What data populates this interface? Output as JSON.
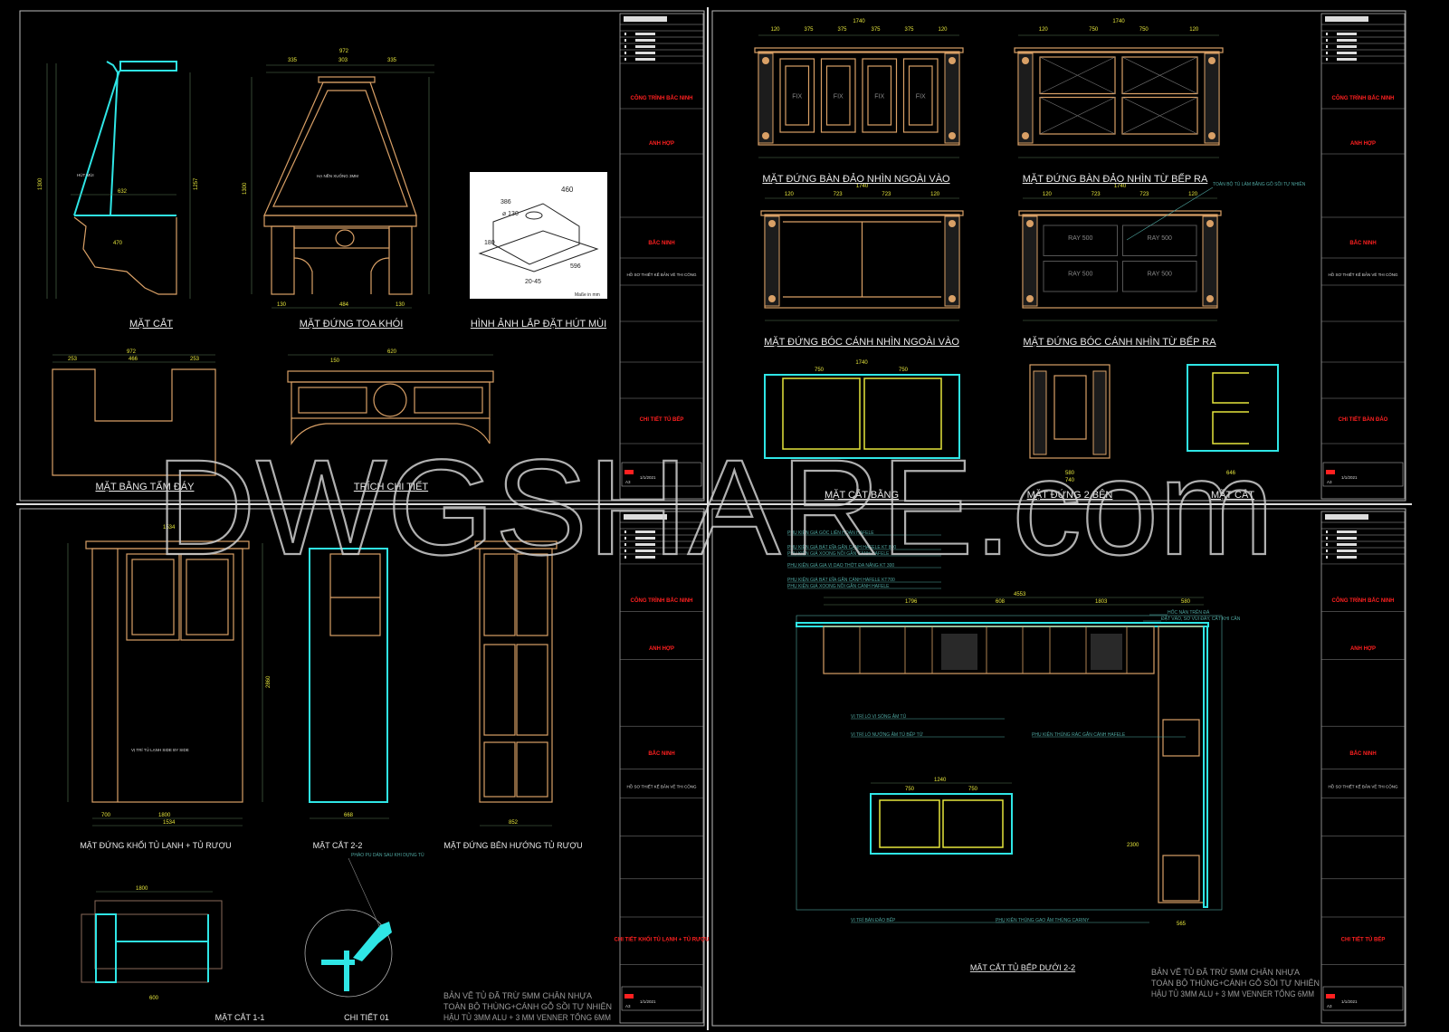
{
  "watermark": "DWGSHARE.com",
  "title_block": {
    "project_red": "CÔNG TRÌNH BẮC NINH",
    "owner_red": "ANH HỢP",
    "location_red": "BẮC NINH",
    "design_line": "HỒ SƠ THIẾT KẾ BẢN VẼ THI CÔNG",
    "date": "1/1/2021",
    "paper": "A3"
  },
  "sheets": [
    {
      "sheet_title": "CHI TIẾT TỦ BẾP",
      "views": {
        "section": "MẶT CẮT",
        "hood_front": "MẶT ĐỨNG TOA KHÓI",
        "install_image": "HÌNH ẢNH LẮP ĐẶT HÚT MÙI",
        "bottom_plan": "MẶT BẰNG TẤM ĐÁY",
        "detail_extract": "TRÍCH CHI TIẾT"
      },
      "hood_notes": {
        "vent": "HÚT MÙI",
        "inner": "HẠ NỀN XUỐNG 3MM",
        "unit": "Maße in mm"
      },
      "hood_dims": [
        "972",
        "335",
        "303",
        "335",
        "1300",
        "130",
        "484",
        "130"
      ],
      "section_dims": [
        "632",
        "470",
        "1300",
        "1257"
      ],
      "install_dims": [
        "460",
        "386",
        "⌀ 130",
        "180",
        "596",
        "20-45"
      ],
      "plan_dims": [
        "972",
        "253",
        "466",
        "253"
      ],
      "detail_dims": [
        "620",
        "150"
      ]
    },
    {
      "sheet_title": "CHI TIẾT BÀN ĐẢO",
      "views": {
        "island_out": "MẶT ĐỨNG BÀN ĐẢO NHÌN NGOÀI VÀO",
        "island_in": "MẶT ĐỨNG BÀN ĐẢO NHÌN TỪ BẾP RA",
        "strip_out": "MẶT ĐỨNG BÓC CÁNH NHÌN NGOÀI VÀO",
        "strip_in": "MẶT ĐỨNG BÓC CÁNH NHÌN TỪ BẾP RA",
        "plan_cut": "MẶT CẮT BẰNG",
        "side": "MẶT ĐỨNG 2 BÊN",
        "cut": "MẶT CẮT"
      },
      "material_note": "TOÀN BỘ TỦ LÀM BẰNG GỖ SỒI TỰ NHIÊN",
      "fix_label": "FIX",
      "drawer_label": "RAY 500",
      "dims_out": [
        "1740",
        "120",
        "375",
        "375",
        "375",
        "375",
        "120"
      ],
      "dims_in": [
        "1740",
        "120",
        "750",
        "750",
        "120"
      ],
      "dims_strip": [
        "1740",
        "120",
        "723",
        "723",
        "120"
      ],
      "dims_plan": [
        "1740",
        "750",
        "750"
      ],
      "dims_side": [
        "740",
        "580"
      ],
      "dims_cut": [
        "646"
      ]
    },
    {
      "sheet_title": "CHI TIẾT KHỐI TỦ LẠNH + TỦ RƯỢU",
      "views": {
        "elevation": "MẶT ĐỨNG KHỐI TỦ LẠNH + TỦ RƯỢU",
        "cut22": "MẶT CẮT 2-2",
        "side": "MẶT ĐỨNG BÊN HƯỚNG TỦ RƯỢU",
        "cut11": "MẶT CẮT 1-1",
        "detail01": "CHI TIẾT 01"
      },
      "fridge_note": "VỊ TRÍ TỦ LẠNH SIDE BY SIDE",
      "molding_note": "PHÀO PU DÁN SAU KHI DỰNG TỦ",
      "dims": [
        "1534",
        "700",
        "1800",
        "2860",
        "668",
        "852",
        "600"
      ],
      "notes": [
        "BẢN VẼ TỦ ĐÃ TRỪ 5MM CHÂN NHỰA",
        "TOÀN BỘ THÙNG+CÁNH GỖ SỒI TỰ NHIÊN",
        "HẬU TỦ 3MM ALU + 3 MM VENNER TỔNG 6MM"
      ]
    },
    {
      "sheet_title": "CHI TIẾT TỦ BẾP",
      "views": {
        "cut22": "MẶT CẮT TỦ BẾP DƯỚI 2-2"
      },
      "callouts": [
        "PHỤ KIỆN GIÁ GÓC LIÊN HOÀN HAFELE",
        "PHỤ KIỆN GIÁ BÁT ĐĨA GẮN CÁNH HAFELE KT 800",
        "PHỤ KIỆN GIÁ XOONG NỒI GẮN CÁNH HAFELE",
        "PHỤ KIỆN GIÁ GIA VỊ DAO THỚT ĐA NĂNG KT 300",
        "PHỤ KIỆN GIÁ BÁT ĐĨA GẮN CÁNH HAFELE KT700",
        "PHỤ KIỆN GIÁ XOONG NỒI GẮN CÁNH HAFELE",
        "VỊ TRÍ LÒ VI SÓNG ÂM TỦ",
        "VỊ TRÍ LÒ NƯỚNG ÂM TỦ BẾP TỪ",
        "PHỤ KIỆN THÙNG RÁC GẮN CÁNH HAFELE",
        "VỊ TRÍ BÀN ĐẢO BẾP",
        "PHỤ KIỆN THÙNG GẠO ÂM THÙNG CARINY",
        "HỐC NÀN TRÊN ĐÁ",
        "ĐẶT VÀO, SƠ VÙI ĐÁY, CẮT KHI CẦN"
      ],
      "dims": [
        "4553",
        "1796",
        "608",
        "1803",
        "580",
        "2300",
        "1240",
        "750",
        "750",
        "565"
      ],
      "notes": [
        "BẢN VẼ TỦ ĐÃ TRỪ 5MM CHÂN NHỰA",
        "TOÀN BỘ THÙNG+CÁNH GỖ SỒI TỰ NHIÊN",
        "HẬU TỦ 3MM ALU + 3 MM VENNER TỔNG 6MM"
      ]
    }
  ],
  "colors": {
    "background": "#000000",
    "wood": "#d9a066",
    "cyan": "#2fe6e6",
    "dimension": "#e6e63c",
    "title_red": "#ff2020"
  }
}
